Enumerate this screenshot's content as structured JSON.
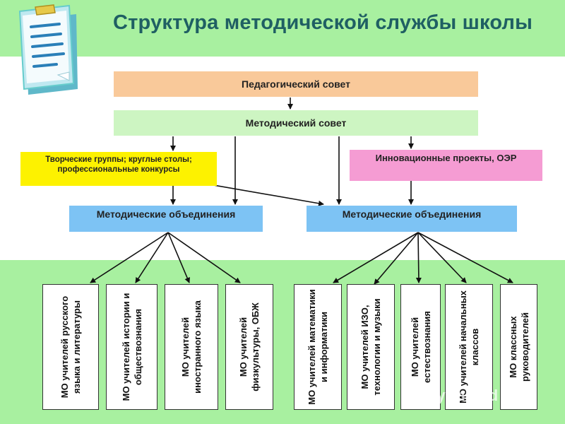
{
  "title": "Структура методической службы школы",
  "ped_council": "Педагогический совет",
  "met_council": "Методический совет",
  "creative": "Творческие группы; круглые столы; профессиональные конкурсы",
  "innov": "Инновационные проекты, ОЭР",
  "mo_left": "Методические объединения",
  "mo_right": "Методические объединения",
  "leaves": [
    "МО учителей русского языка и литературы",
    "МО учителей истории и обществознания",
    "МО учителей иностранного языка",
    "МО учителей физкультуры, ОБЖ",
    "МО учителей математики и информатики",
    "МО учителей ИЗО, технологии и музыки",
    "МО учителей естествознания",
    "МО учителей начальных классов",
    "МО классных руководителей"
  ],
  "watermark": "MyShared",
  "colors": {
    "band": "#a8f0a0",
    "title": "#1f5f63",
    "ped_council": "#f9c99a",
    "met_council": "#cdf5c2",
    "creative": "#fdf200",
    "innov": "#f59cd3",
    "mo": "#7dc3f4"
  }
}
